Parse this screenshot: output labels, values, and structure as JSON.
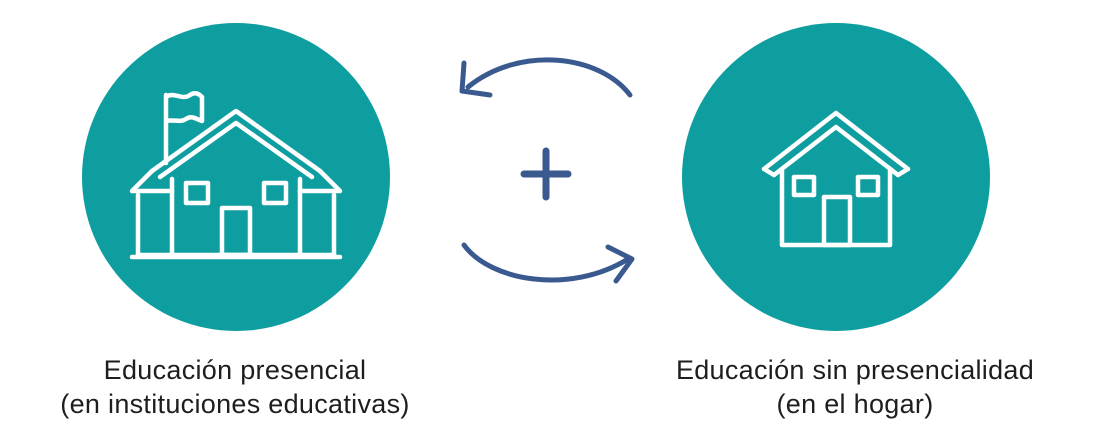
{
  "colors": {
    "circle_fill": "#0f9ea0",
    "icon_stroke": "#ffffff",
    "arrow_color": "#3a5a8f",
    "plus_color": "#3a5a8f",
    "text_color": "#1e1e1e"
  },
  "left": {
    "icon": "school-building-icon",
    "caption_line1": "Educación presencial",
    "caption_line2": "(en instituciones educativas)"
  },
  "center": {
    "symbol": "+",
    "arrow_top": "arrow-left-curved-icon",
    "arrow_bottom": "arrow-right-curved-icon"
  },
  "right": {
    "icon": "house-icon",
    "caption_line1": "Educación sin presencialidad",
    "caption_line2": "(en el hogar)"
  }
}
